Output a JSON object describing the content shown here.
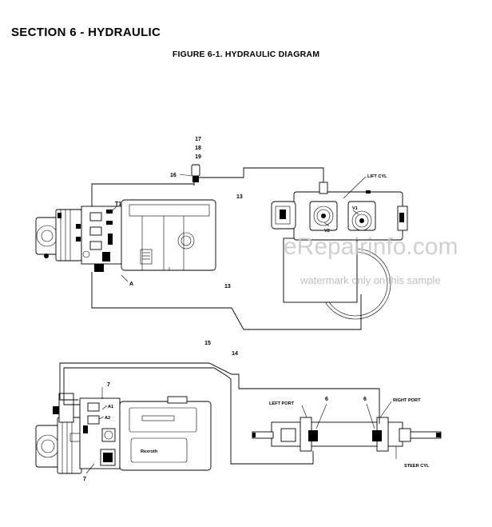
{
  "header": {
    "section_title": "SECTION 6 - HYDRAULIC",
    "figure_title": "FIGURE 6-1. HYDRAULIC DIAGRAM"
  },
  "callouts": {
    "c17": "17",
    "c18": "18",
    "c19": "19",
    "c16": "16",
    "c13_top": "13",
    "c13_bottom": "13",
    "t1": "T1",
    "a": "A",
    "lift_cyl": "LIFT CYL",
    "v1": "V1",
    "v2": "V2",
    "c15": "15",
    "c14": "14",
    "c7_top": "7",
    "c7_bottom": "7",
    "a1": "A1",
    "a2": "A2",
    "left_port": "LEFT PORT",
    "right_port": "RIGHT PORT",
    "c6_left": "6",
    "c6_right": "6",
    "steer_cyl": "STEER CYL",
    "brand": "Rexroth"
  },
  "watermark": {
    "main": "eRepairinfo.com",
    "sub": "watermark only on this sample"
  }
}
